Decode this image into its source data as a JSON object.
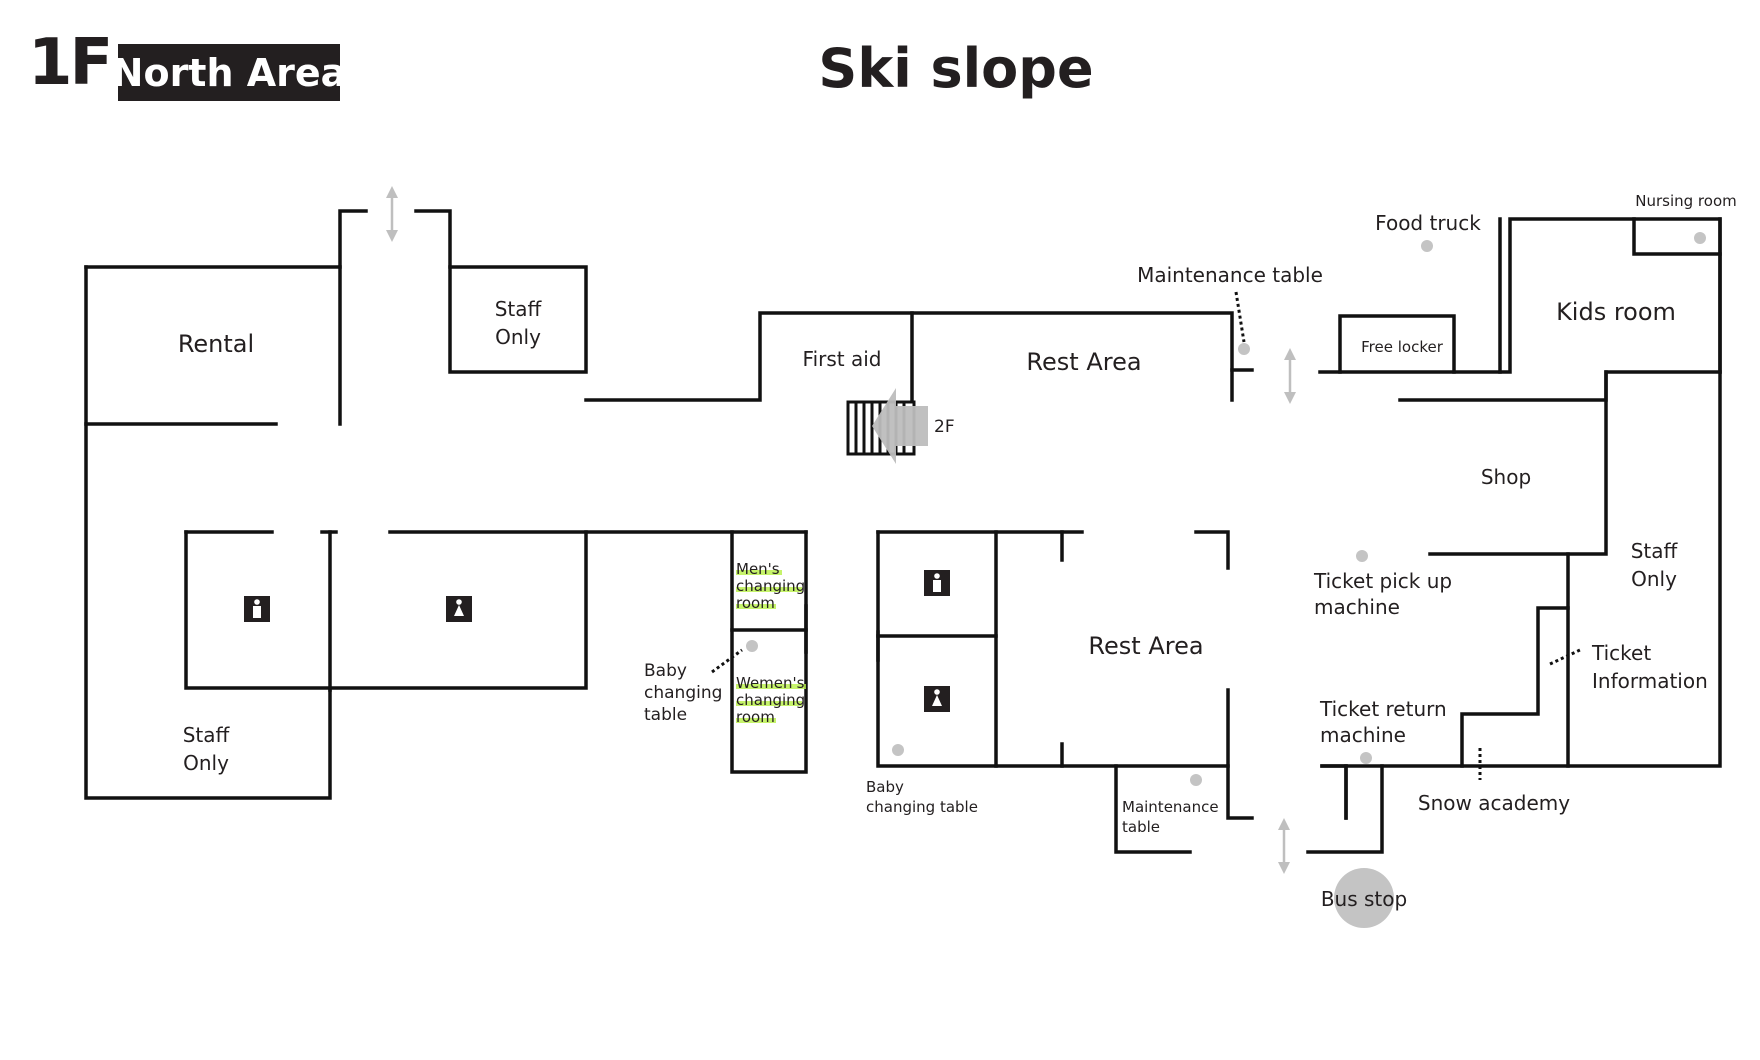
{
  "header": {
    "floor": "1F",
    "area": "North Area",
    "title": "Ski slope"
  },
  "colors": {
    "wall": "#111111",
    "text": "#231f20",
    "badge_bg": "#231f20",
    "badge_text": "#ffffff",
    "marker_gray": "#c4c4c4",
    "arrow_gray": "#bfbfbf",
    "highlight": "#b8f046"
  },
  "labels": {
    "rental": "Rental",
    "staff_only": "Staff",
    "staff_only_2": "Only",
    "first_aid": "First aid",
    "rest_area": "Rest Area",
    "maintenance_table": "Maintenance table",
    "food_truck": "Food truck",
    "nursing_room": "Nursing room",
    "kids_room": "Kids room",
    "free_locker": "Free locker",
    "stairs_2f": "2F",
    "shop": "Shop",
    "ticket_pickup_1": "Ticket pick up",
    "ticket_pickup_2": "machine",
    "ticket_info_1": "Ticket",
    "ticket_info_2": "Information",
    "ticket_return_1": "Ticket return",
    "ticket_return_2": "machine",
    "snow_academy": "Snow academy",
    "bus_stop": "Bus stop",
    "mens_1": "Men's",
    "mens_2": "changing",
    "mens_3": "room",
    "womens_1": "Wemen's",
    "womens_2": "changing",
    "womens_3": "room",
    "baby_1": "Baby",
    "baby_2": "changing",
    "baby_3": "table",
    "baby_table_1": "Baby",
    "baby_table_2": "changing table",
    "maint_1": "Maintenance",
    "maint_2": "table"
  },
  "icons": {
    "restroom_male": "male-restroom-icon",
    "restroom_female": "female-restroom-icon",
    "stairs": "stairs-icon",
    "entrance_arrow": "double-arrow-icon",
    "point_marker": "dot-marker-icon"
  }
}
